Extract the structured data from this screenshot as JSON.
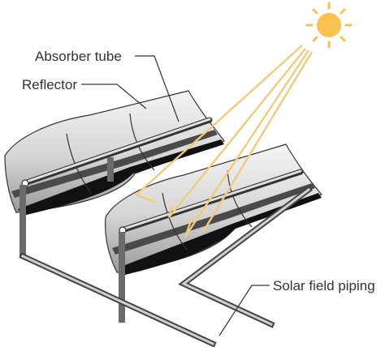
{
  "labels": {
    "absorber_tube": "Absorber tube",
    "reflector": "Reflector",
    "solar_field_piping": "Solar field piping"
  },
  "colors": {
    "sun": "#F7C24E",
    "rays": "#F2CB7A",
    "line": "#333333",
    "structure": "#6a6a6a",
    "reflector_dark": "#111111",
    "reflector_mid": "#4a4a4a",
    "reflector_light": "#f1f1f1"
  },
  "icons": {
    "sun": "sun-icon"
  }
}
